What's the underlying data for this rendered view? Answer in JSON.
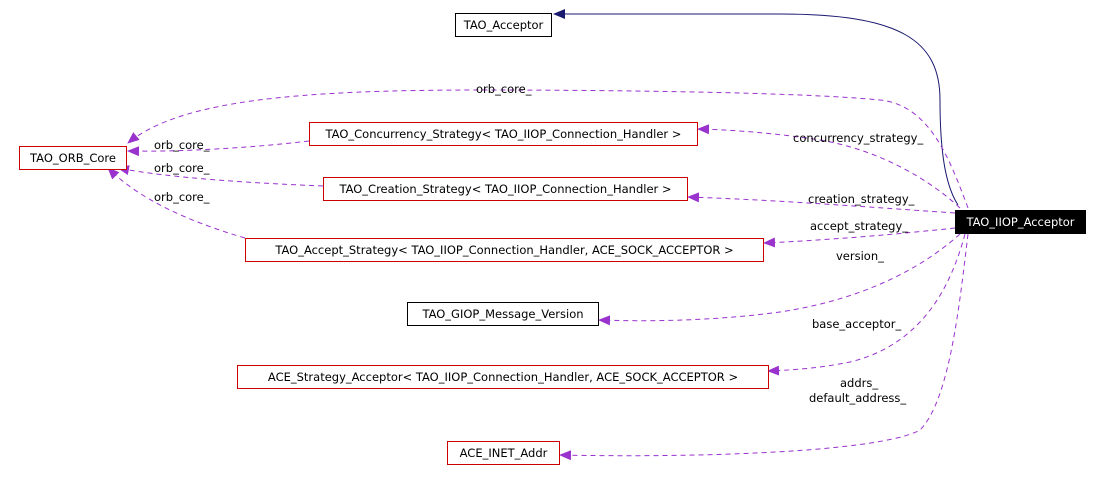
{
  "colors": {
    "inheritance_edge": "#191970",
    "usage_edge": "#9a32cd",
    "usage_border": "#cc0000",
    "focus_fill": "#000000",
    "focus_text": "#ffffff"
  },
  "nodes": {
    "tao_acceptor": "TAO_Acceptor",
    "tao_orb_core": "TAO_ORB_Core",
    "concurrency_strategy": "TAO_Concurrency_Strategy< TAO_IIOP_Connection_Handler >",
    "creation_strategy": "TAO_Creation_Strategy< TAO_IIOP_Connection_Handler >",
    "accept_strategy": "TAO_Accept_Strategy< TAO_IIOP_Connection_Handler, ACE_SOCK_ACCEPTOR >",
    "giop_message_version": "TAO_GIOP_Message_Version",
    "ace_strategy_acceptor": "ACE_Strategy_Acceptor< TAO_IIOP_Connection_Handler, ACE_SOCK_ACCEPTOR >",
    "ace_inet_addr": "ACE_INET_Addr",
    "tao_iiop_acceptor": "TAO_IIOP_Acceptor"
  },
  "edge_labels": {
    "orb_core_top": "orb_core_",
    "orb_core_concurrency": "orb_core_",
    "orb_core_creation": "orb_core_",
    "orb_core_accept": "orb_core_",
    "concurrency_strategy": "concurrency_strategy_",
    "creation_strategy": "creation_strategy_",
    "accept_strategy": "accept_strategy_",
    "version": "version_",
    "base_acceptor": "base_acceptor_",
    "addrs": "addrs_",
    "default_address": "default_address_"
  }
}
